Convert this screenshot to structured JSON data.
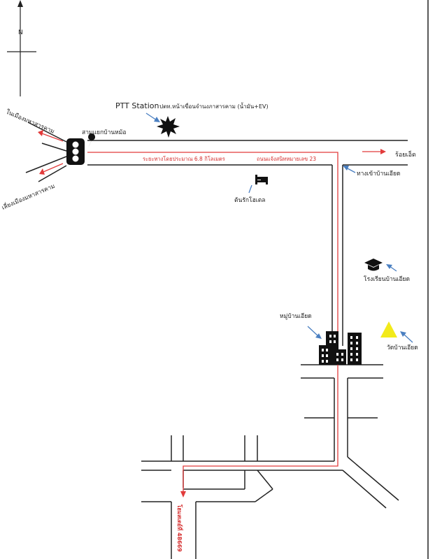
{
  "compass": {
    "north": "N"
  },
  "labels": {
    "ptt_station": "PTT Station",
    "ptt_sub": "ปตท.หน้าเขื่อนจำนงภาสารคาม (น้ำมัน+EV)",
    "junction": "สามแยกบ้านหม้อ",
    "to_mahasarakham_city": "ในเมืองมหาสารคาม",
    "bypass_mahasarakham": "เลี่ยงเมืองมหาสารคาม",
    "roi_et": "ร้อยเอ็ด",
    "distance_note": "ระยะทางโดยประมาณ 6.8 กิโลเมตร",
    "road_23": "ถนนแจ้งสนิทหมายเลข 23",
    "entrance": "ทางเข้าบ้านเอียด",
    "hotel": "ต้นรักโฮเตล",
    "school": "โรงเรียนบ้านเอียด",
    "village": "หมู่บ้านเอียด",
    "temple": "วัดบ้านเอียด",
    "house": "โฮมสเตย์ที่ 48669"
  },
  "colors": {
    "road": "#222222",
    "route": "#e23b3b",
    "arrow": "#4a7fc1",
    "temple": "#f2ea1a"
  },
  "icons": [
    "north-arrow-icon",
    "traffic-light-icon",
    "location-pin-icon",
    "fuel-station-icon",
    "bed-icon",
    "graduation-cap-icon",
    "buildings-icon",
    "temple-triangle-icon"
  ]
}
